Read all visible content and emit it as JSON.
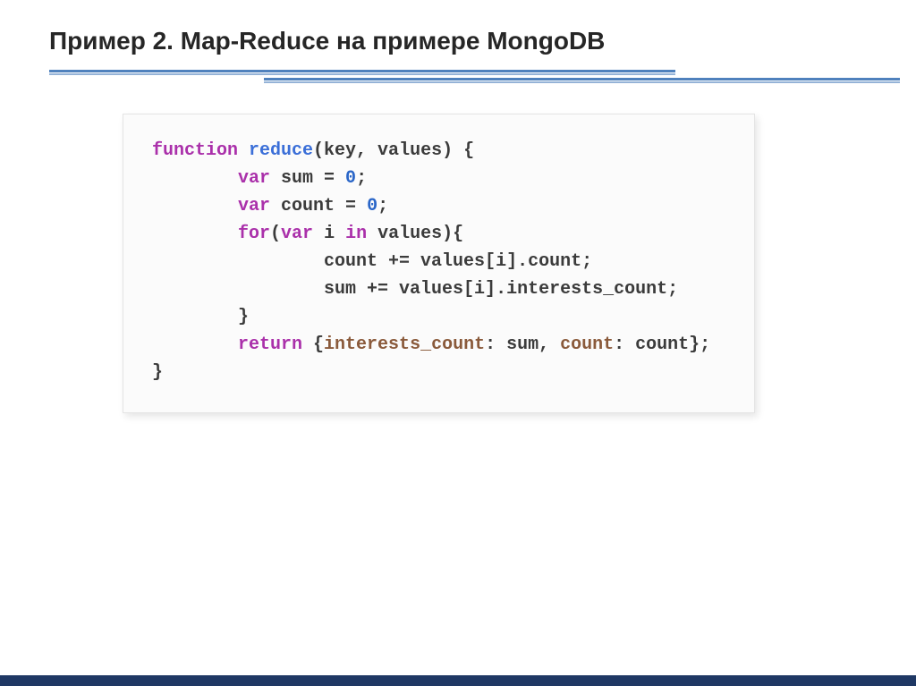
{
  "slide": {
    "title": "Пример 2. Map-Reduce на примере MongoDB"
  },
  "colors": {
    "title_text": "#262626",
    "accent_line": "#4f81bd",
    "accent_line_soft": "#95b3d7",
    "footer_bar": "#1f3864",
    "code_bg": "#fbfbfb",
    "code_border": "#e4e4e4",
    "code_default": "#3b3b3b",
    "keyword": "#aa30aa",
    "function_name": "#3b6fd8",
    "number": "#2a66c8",
    "property": "#8a5a3b"
  },
  "code_block": {
    "language": "javascript",
    "lines": [
      {
        "tokens": [
          {
            "t": "keyword",
            "v": "function"
          },
          {
            "t": "plain",
            "v": " "
          },
          {
            "t": "func",
            "v": "reduce"
          },
          {
            "t": "plain",
            "v": "(key, values) {"
          }
        ]
      },
      {
        "tokens": [
          {
            "t": "plain",
            "v": "        "
          },
          {
            "t": "keyword",
            "v": "var"
          },
          {
            "t": "plain",
            "v": " sum = "
          },
          {
            "t": "number",
            "v": "0"
          },
          {
            "t": "plain",
            "v": ";"
          }
        ]
      },
      {
        "tokens": [
          {
            "t": "plain",
            "v": "        "
          },
          {
            "t": "keyword",
            "v": "var"
          },
          {
            "t": "plain",
            "v": " count = "
          },
          {
            "t": "number",
            "v": "0"
          },
          {
            "t": "plain",
            "v": ";"
          }
        ]
      },
      {
        "tokens": [
          {
            "t": "plain",
            "v": "        "
          },
          {
            "t": "keyword",
            "v": "for"
          },
          {
            "t": "plain",
            "v": "("
          },
          {
            "t": "keyword",
            "v": "var"
          },
          {
            "t": "plain",
            "v": " i "
          },
          {
            "t": "keyword",
            "v": "in"
          },
          {
            "t": "plain",
            "v": " values){"
          }
        ]
      },
      {
        "tokens": [
          {
            "t": "plain",
            "v": "                count += values[i].count;"
          }
        ]
      },
      {
        "tokens": [
          {
            "t": "plain",
            "v": "                sum += values[i].interests_count;"
          }
        ]
      },
      {
        "tokens": [
          {
            "t": "plain",
            "v": "        }"
          }
        ]
      },
      {
        "tokens": [
          {
            "t": "plain",
            "v": "        "
          },
          {
            "t": "keyword",
            "v": "return"
          },
          {
            "t": "plain",
            "v": " {"
          },
          {
            "t": "prop",
            "v": "interests_count"
          },
          {
            "t": "plain",
            "v": ": sum, "
          },
          {
            "t": "prop",
            "v": "count"
          },
          {
            "t": "plain",
            "v": ": count};"
          }
        ]
      },
      {
        "tokens": [
          {
            "t": "plain",
            "v": "}"
          }
        ]
      }
    ]
  }
}
